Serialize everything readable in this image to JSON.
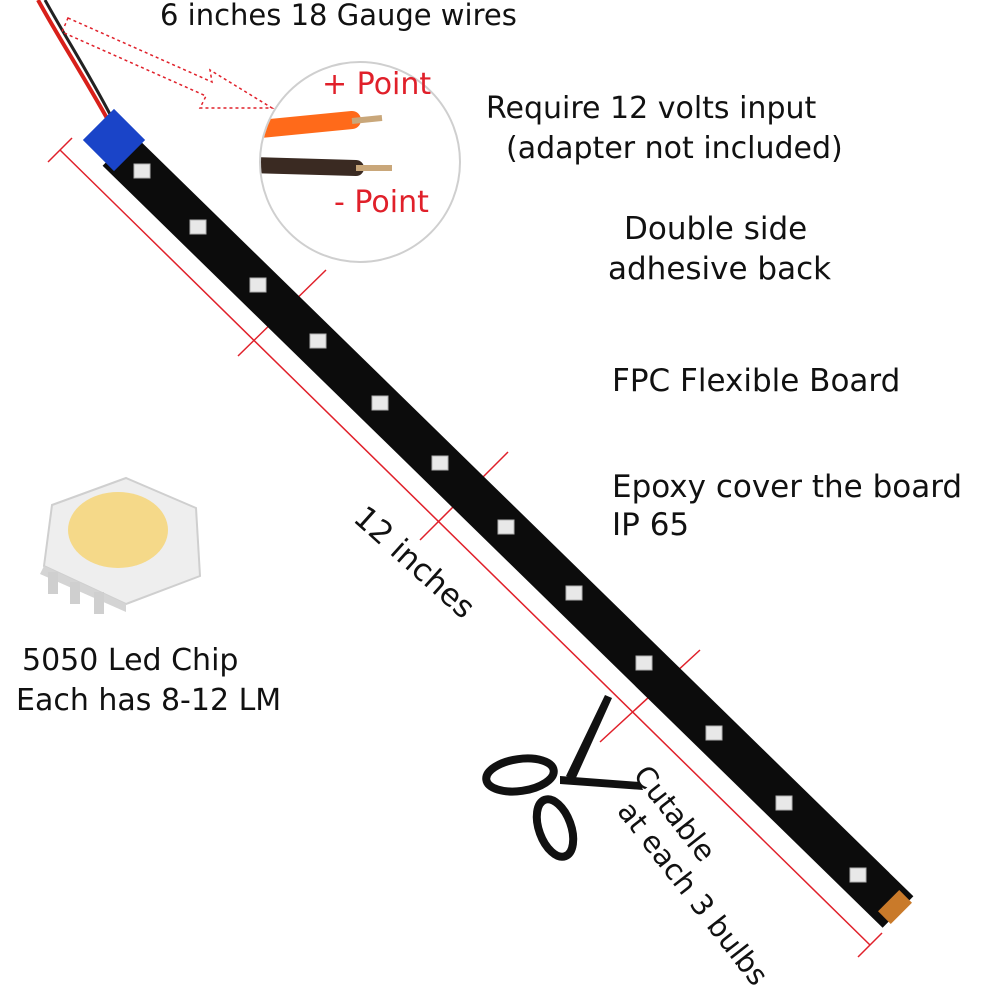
{
  "labels": {
    "wire": "6 inches 18 Gauge wires",
    "positive": "+ Point",
    "negative": "- Point",
    "voltage_line1": "Require 12 volts input",
    "voltage_line2": "(adapter not included)",
    "adhesive_line1": "Double side",
    "adhesive_line2": "adhesive back",
    "board": "FPC Flexible Board",
    "epoxy_line1": "Epoxy cover the board",
    "epoxy_line2": "IP 65",
    "length": "12 inches",
    "chip_line1": "5050  Led Chip",
    "chip_line2": "Each has 8-12 LM",
    "cut_line1": "Cutable",
    "cut_line2": "at each 3 bulbs"
  },
  "colors": {
    "annotation_red": "#e0202a",
    "strip": "#0c0c0c",
    "led_chip_face": "#f5d989"
  },
  "icons": [
    "scissors-icon",
    "led-chip-icon",
    "wire-closeup",
    "led-strip"
  ]
}
